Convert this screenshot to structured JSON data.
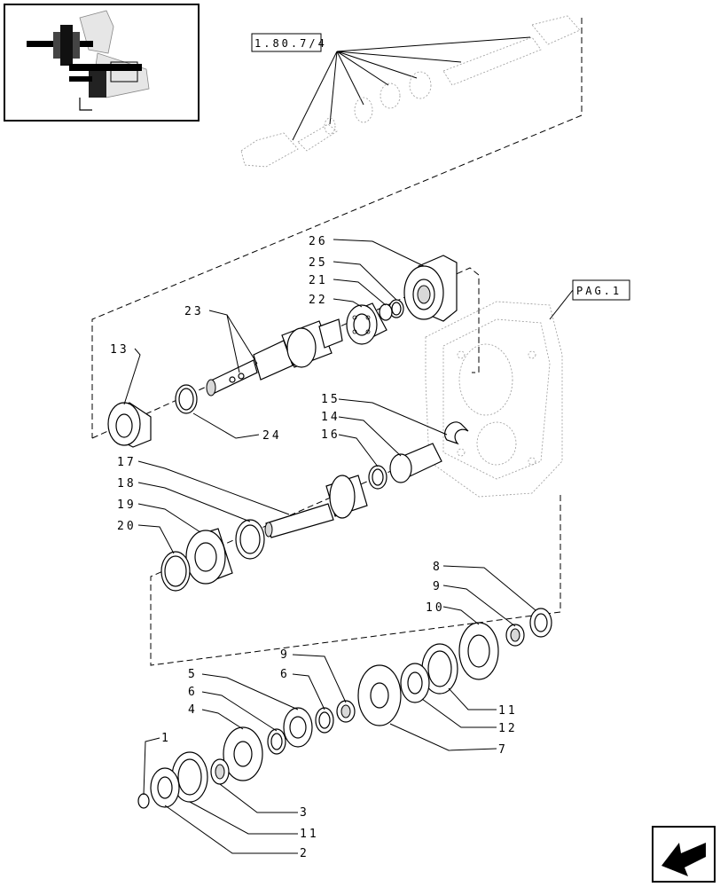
{
  "references": {
    "top_ref": "1.80.7/4",
    "page_ref": "PAG.1"
  },
  "callouts": {
    "c1": "1",
    "c2": "2",
    "c3": "3",
    "c4": "4",
    "c5": "5",
    "c6a": "6",
    "c6b": "6",
    "c7": "7",
    "c8": "8",
    "c9a": "9",
    "c9b": "9",
    "c10": "10",
    "c11a": "11",
    "c11b": "11",
    "c12": "12",
    "c13": "13",
    "c14": "14",
    "c15": "15",
    "c16": "16",
    "c17": "17",
    "c18": "18",
    "c19": "19",
    "c20": "20",
    "c21": "21",
    "c22": "22",
    "c23": "23",
    "c24": "24",
    "c25": "25",
    "c26": "26"
  },
  "icons": {
    "thumbnail": "assembly-thumbnail-icon",
    "navigation": "previous-page-arrow-icon"
  }
}
